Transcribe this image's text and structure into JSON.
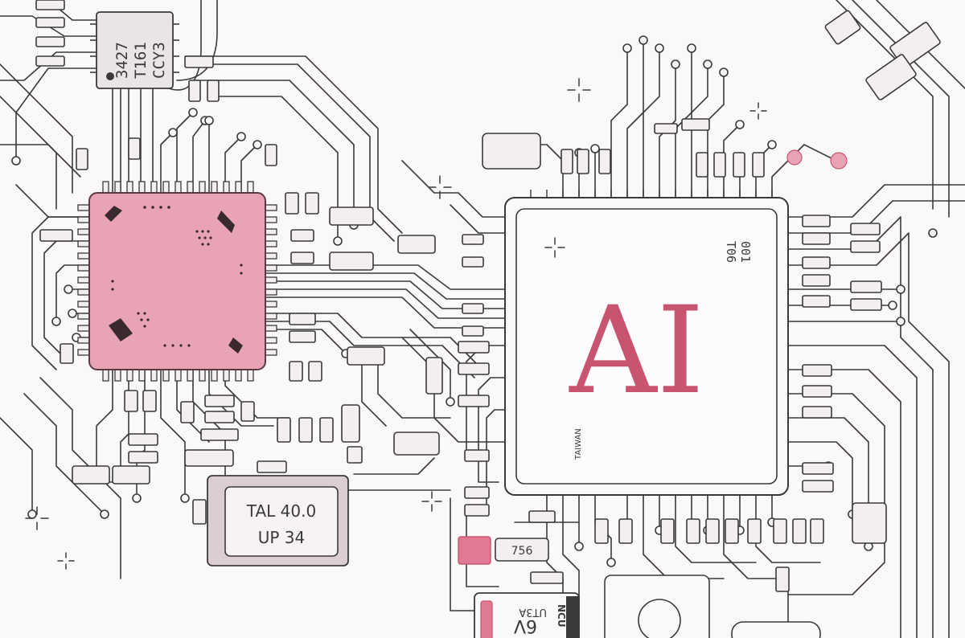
{
  "colors": {
    "background": "#fbf8f9",
    "trace": "#3a3a3a",
    "accent_pink": "#e8a3b4",
    "accent_pink_dark": "#c9546f",
    "ai_text": "#c9546f",
    "component_fill": "#f3eff1",
    "crystal_fill": "#dccdd2"
  },
  "ic_top": {
    "line1": "3427",
    "line2": "T161",
    "line3": "CCY3"
  },
  "ai_chip": {
    "label": "AI",
    "code_line1": "001",
    "code_line2": "T06",
    "origin": "TAIWAN"
  },
  "crystal": {
    "line1": "TAL 40.0",
    "line2": "UP 34"
  },
  "small_part": {
    "label": "756"
  },
  "capacitor": {
    "line1": "UT3A",
    "line2": "6V",
    "brand": "NCU"
  },
  "icons": [
    "sparkle-icon"
  ]
}
